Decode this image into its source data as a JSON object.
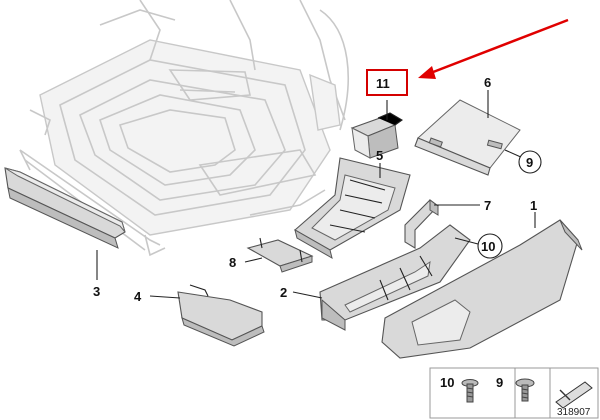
{
  "callouts": {
    "c1": "1",
    "c2": "2",
    "c3": "3",
    "c4": "4",
    "c5": "5",
    "c6": "6",
    "c7": "7",
    "c8": "8",
    "c9": "9",
    "c10": "10",
    "c11": "11"
  },
  "legend": {
    "screw_10": "10",
    "screw_9": "9"
  },
  "diagram_number": "318907",
  "colors": {
    "highlight_box": "#d40000",
    "arrow": "#e00000",
    "part_fill": "#d9d9d9",
    "ghost_line": "#c8c8c8"
  }
}
